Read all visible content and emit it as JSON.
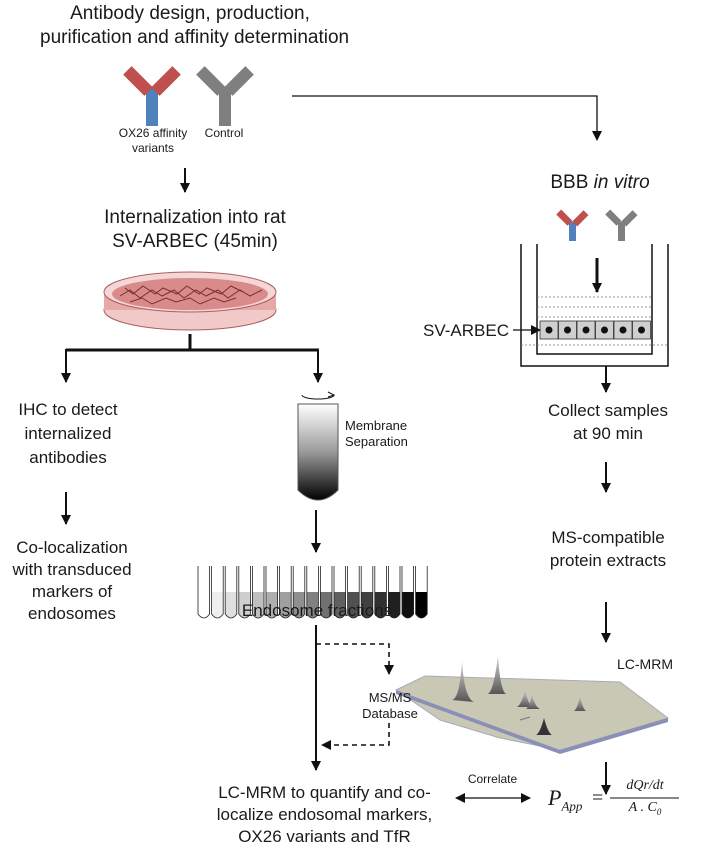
{
  "top_title": [
    "Antibody design, production,",
    "purification and affinity determination"
  ],
  "antibody_labels": {
    "variants": [
      "OX26 affinity",
      "variants"
    ],
    "control": "Control"
  },
  "internalization": [
    "Internalization into rat",
    "SV-ARBEC (45min)"
  ],
  "bbb": {
    "prefix": "BBB ",
    "italic": "in vitro"
  },
  "sv_arbec_label": "SV-ARBEC",
  "left_branch": {
    "ihc": [
      "IHC to detect",
      "internalized",
      "antibodies"
    ],
    "coloc": [
      "Co-localization",
      "with transduced",
      "markers of",
      "endosomes"
    ]
  },
  "membrane_separation": [
    "Membrane",
    "Separation"
  ],
  "endosome_fractions": "Endosome fractions",
  "msms": [
    "MS/MS",
    "Database"
  ],
  "right_branch": {
    "collect": [
      "Collect samples",
      "at 90 min"
    ],
    "ms_compatible": [
      "MS-compatible",
      "protein extracts"
    ],
    "lcmrm": "LC-MRM"
  },
  "bottom": [
    "LC-MRM to quantify and co-",
    "localize endosomal markers,",
    "OX26 variants and TfR"
  ],
  "correlate": "Correlate",
  "equation": {
    "lhs": "P",
    "lhs_sub": "App",
    "num": "dQr/dt",
    "den_a": "A . C",
    "den_sub": "0"
  },
  "colors": {
    "red": "#c0504d",
    "blue": "#4f81bd",
    "gray": "#7f7f7f",
    "dish": "#e8a8a8"
  }
}
